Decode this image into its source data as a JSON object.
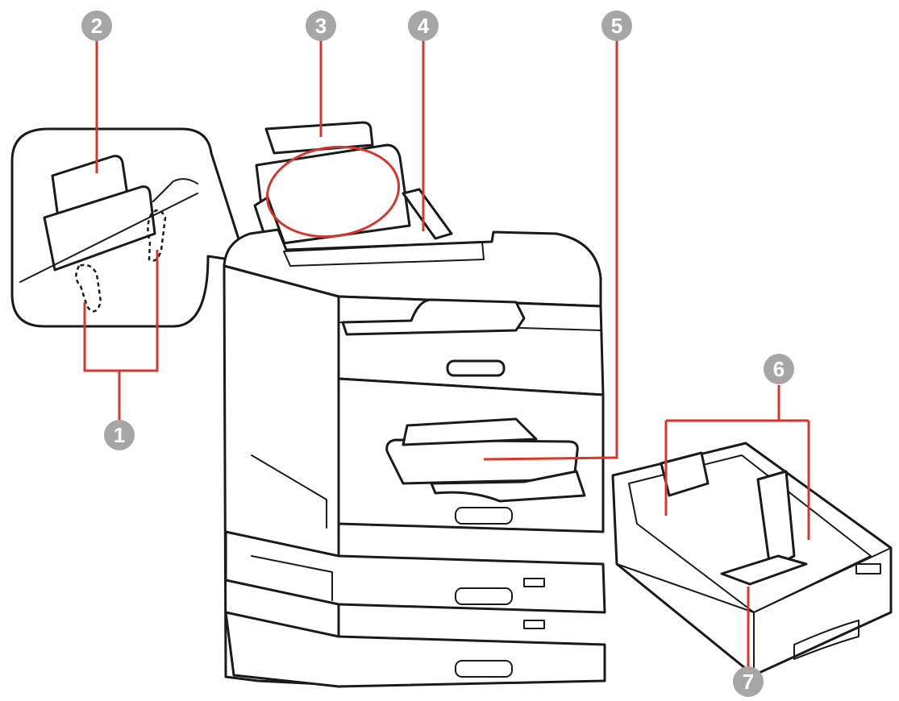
{
  "colors": {
    "callout_line": "#d9352b",
    "badge_fill": "#a6a6a6",
    "badge_text": "#ffffff",
    "line_art": "#1a1a1a"
  },
  "callouts": [
    {
      "id": "1",
      "label": "1"
    },
    {
      "id": "2",
      "label": "2"
    },
    {
      "id": "3",
      "label": "3"
    },
    {
      "id": "4",
      "label": "4"
    },
    {
      "id": "5",
      "label": "5"
    },
    {
      "id": "6",
      "label": "6"
    },
    {
      "id": "7",
      "label": "7"
    }
  ]
}
